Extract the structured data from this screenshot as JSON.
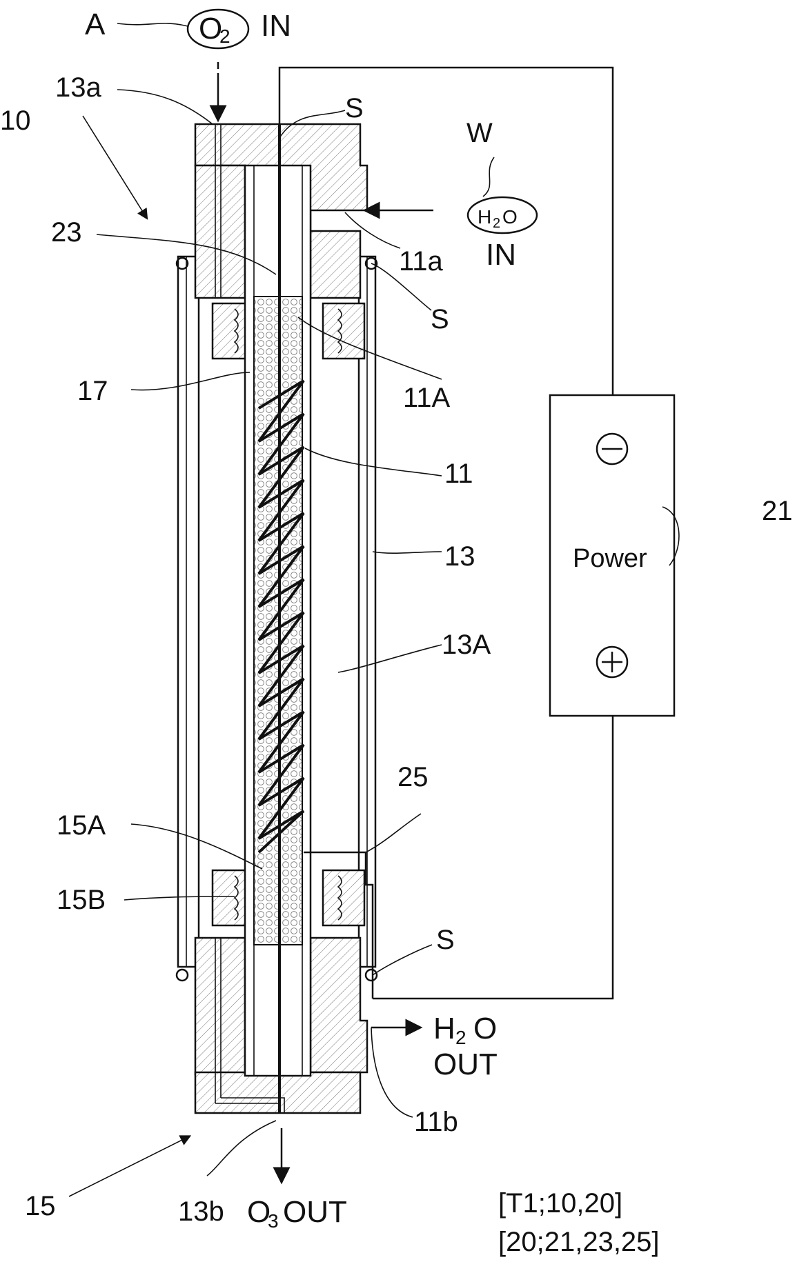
{
  "labels": {
    "A": "A",
    "o2_in_pre": "O",
    "o2_in_sub": "2",
    "o2_in_word": "IN",
    "label_13a": "13a",
    "label_10": "10",
    "label_S_top": "S",
    "label_W": "W",
    "h2o_in_H": "H",
    "h2o_in_sub": "2",
    "h2o_in_O": "O",
    "h2o_in_word": "IN",
    "label_23": "23",
    "label_11a": "11a",
    "label_S_mid": "S",
    "label_11A": "11A",
    "label_17": "17",
    "label_11": "11",
    "label_21": "21",
    "power_text": "Power",
    "label_13": "13",
    "label_13A": "13A",
    "label_25": "25",
    "label_15A": "15A",
    "label_15B": "15B",
    "label_S_bottom": "S",
    "h2o_out_H": "H",
    "h2o_out_sub": "2",
    "h2o_out_O": "O",
    "h2o_out_word": "OUT",
    "label_11b": "11b",
    "label_15": "15",
    "label_13b": "13b",
    "o3_out_pre": "O",
    "o3_out_sub": "3",
    "o3_out_word": "OUT",
    "ref_line1": "[T1;10,20]",
    "ref_line2": "[20;21,23,25]"
  },
  "power_supply": {
    "minus_symbol": "minus-terminal",
    "plus_symbol": "plus-terminal"
  },
  "colors": {
    "line": "#111111",
    "background": "#ffffff"
  }
}
